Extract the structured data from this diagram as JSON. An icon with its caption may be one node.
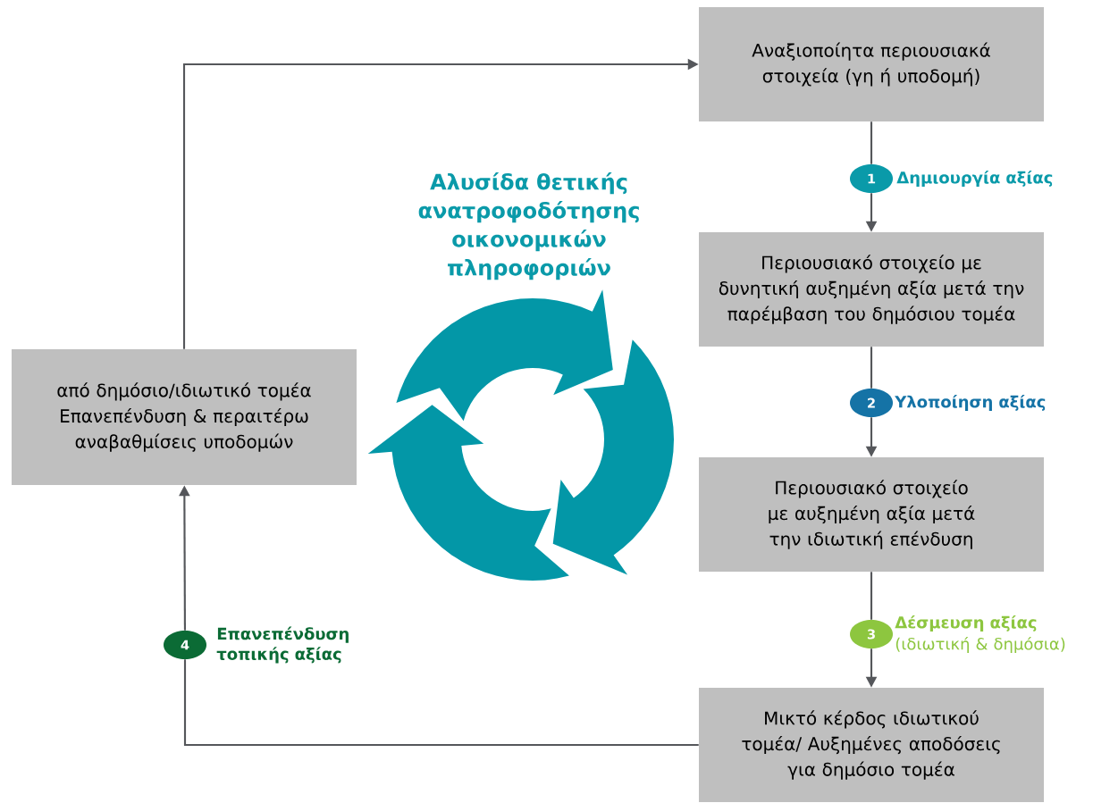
{
  "diagram": {
    "title": "Αλυσίδα θετικής ανατροφοδότησης οικονομικών πληροφοριών",
    "nodes": [
      {
        "text": [
          "Αναξιοποίητα περιουσιακά στοιχεία (γη ή υποδομή)"
        ]
      },
      {
        "text": [
          "1"
        ],
        "beside": [
          "Δημιουργία αξίας"
        ]
      },
      {
        "text": [
          "Περιουσιακό στοιχείο με δυνητική αυξημένη αξία μετά την παρέμβαση του δημόσιου τομέα"
        ]
      },
      {
        "text": [
          "2"
        ],
        "beside": [
          "Υλοποίηση αξίας"
        ]
      },
      {
        "text": [
          "Περιουσιακό στοιχείο με αυξημένη αξία μετά την ιδιωτική επένδυση"
        ]
      },
      {
        "text": [
          "3"
        ],
        "beside": [
          "Δέσμευση αξίας",
          "(ιδιωτική & δημόσια)"
        ]
      },
      {
        "text": [
          "Μικτό κέρδος ιδιωτικού τομέα/ Αυξημένες αποδόσεις για δημόσιο τομέα"
        ]
      },
      {
        "text": [
          "από δημόσιο/ιδιωτικό τομέα Επανεπένδυση & περαιτέρω αναβαθμίσεις υποδομών"
        ]
      },
      {
        "text": [
          "4"
        ],
        "beside": [
          "Επανεπένδυση τοπικής αξίας"
        ]
      }
    ],
    "edges": [
      {
        "from": 0,
        "to": 1,
        "arrow": "none"
      },
      {
        "from": 1,
        "to": 2,
        "arrow": "to"
      },
      {
        "from": 2,
        "to": 3,
        "arrow": "none"
      },
      {
        "from": 3,
        "to": 4,
        "arrow": "to"
      },
      {
        "from": 4,
        "to": 5,
        "arrow": "none"
      },
      {
        "from": 5,
        "to": 6,
        "arrow": "to"
      },
      {
        "from": 6,
        "to": 8,
        "arrow": "none"
      },
      {
        "from": 8,
        "to": 7,
        "arrow": "to"
      },
      {
        "from": 7,
        "to": 0,
        "arrow": "to"
      }
    ]
  }
}
